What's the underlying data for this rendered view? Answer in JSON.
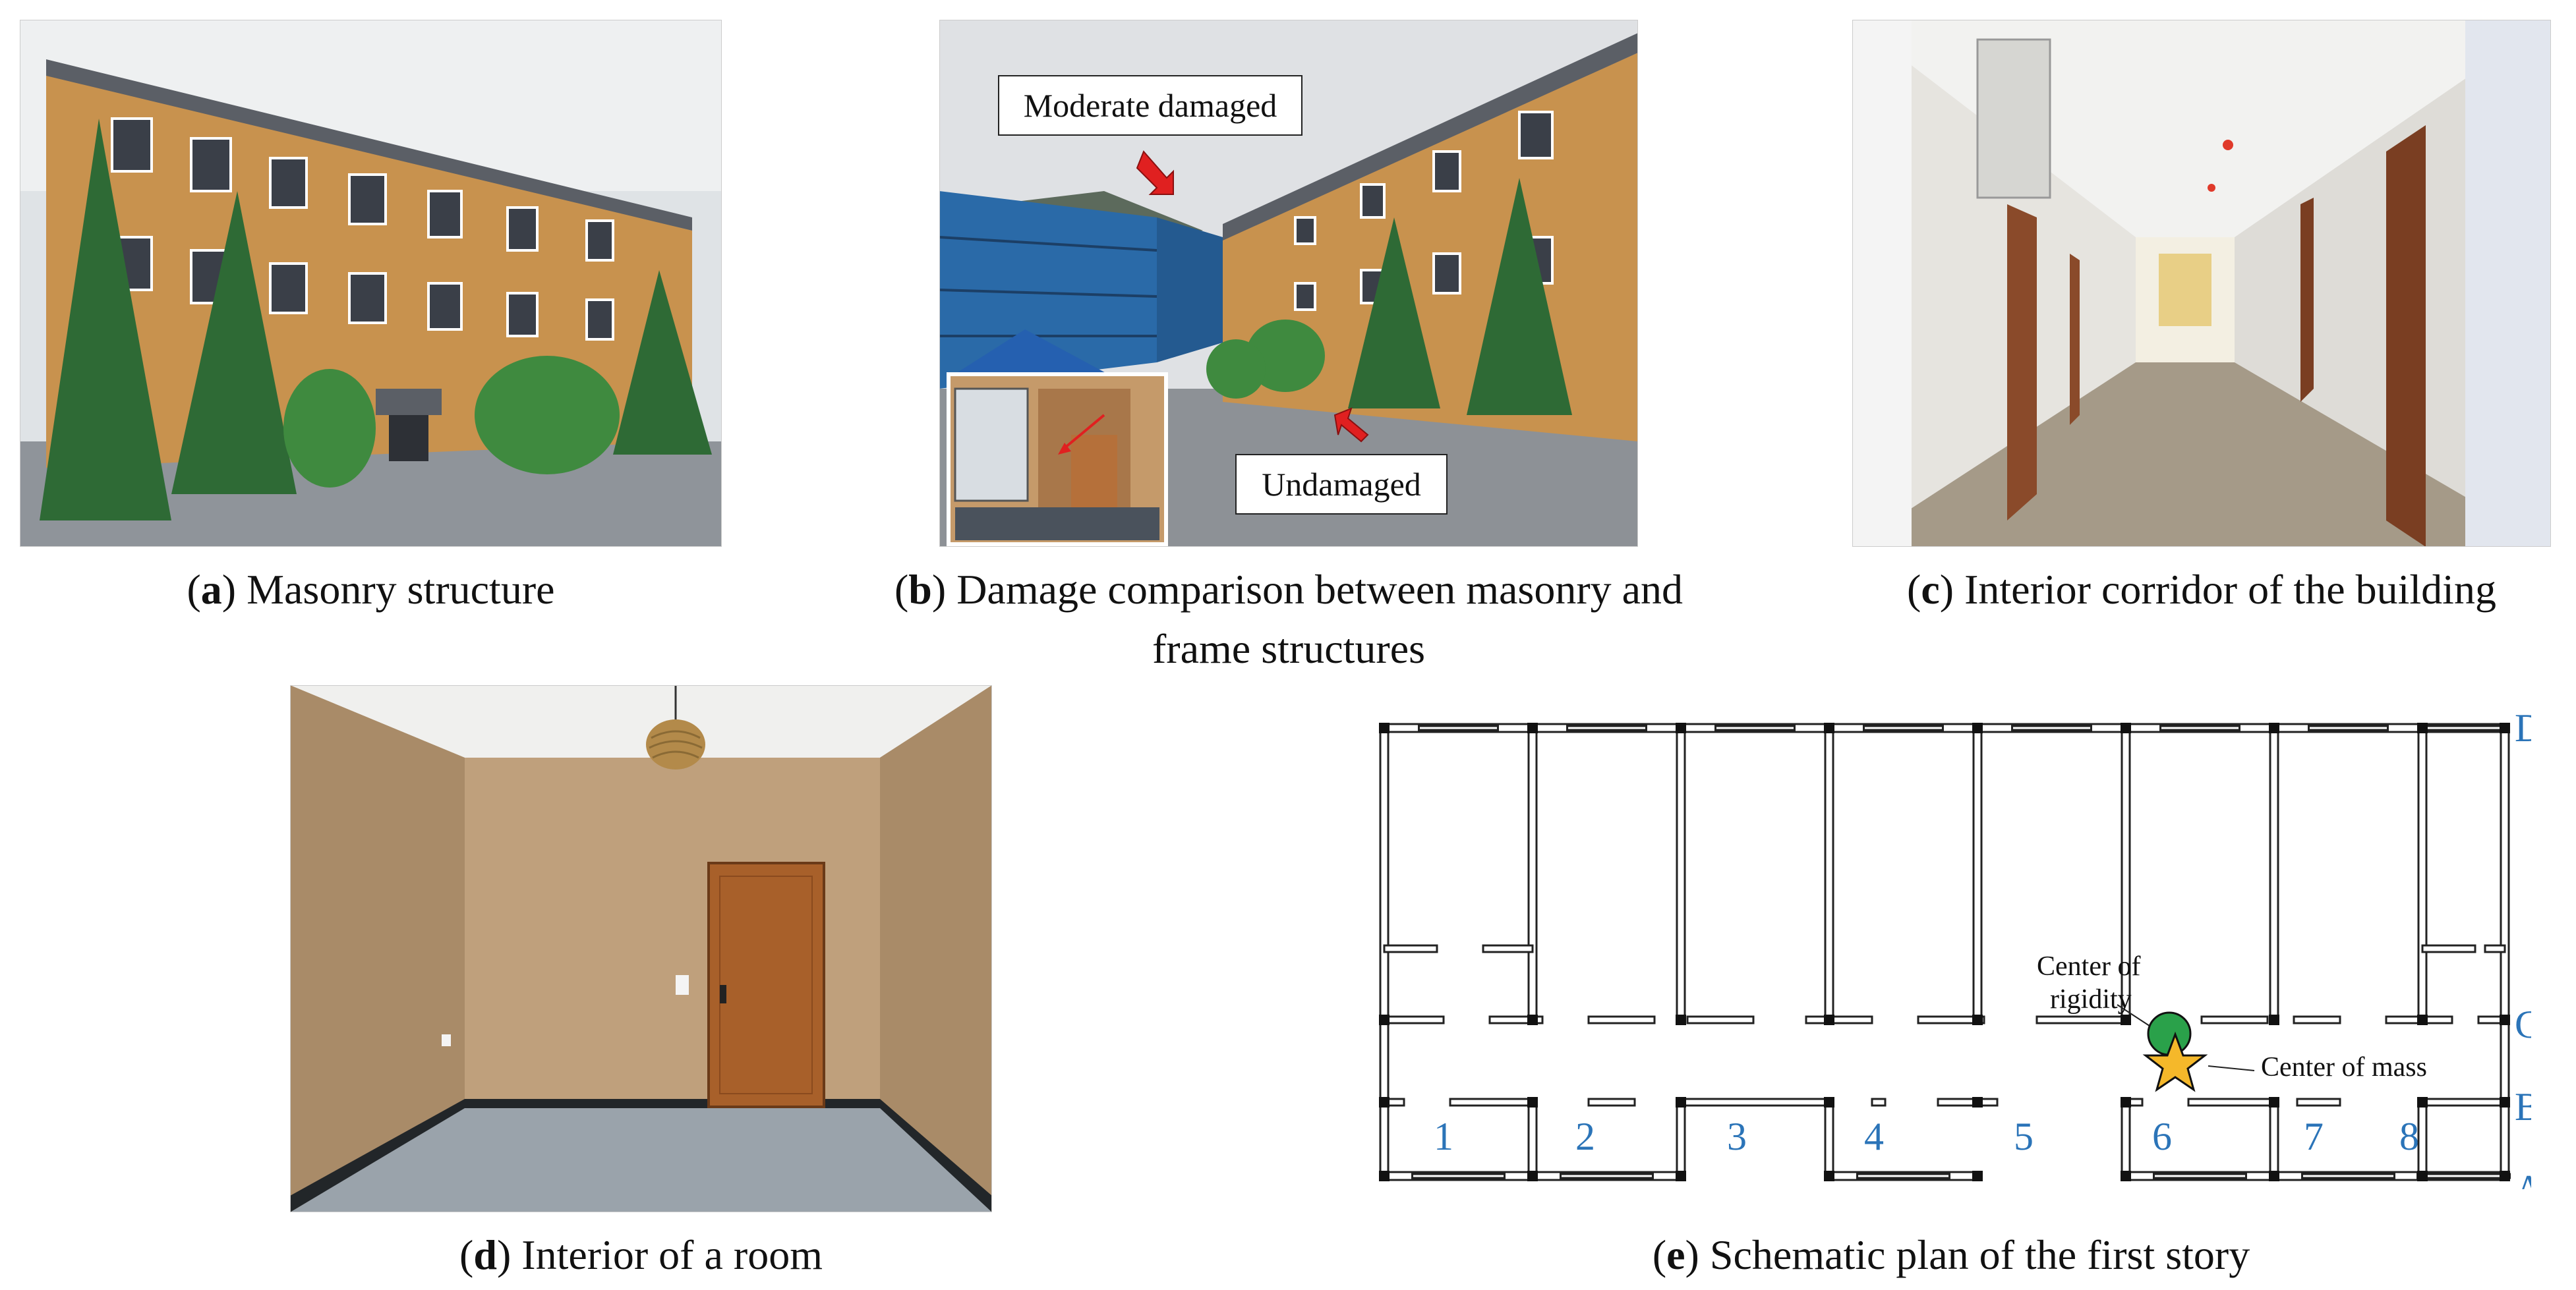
{
  "panels": {
    "a": {
      "letter": "a",
      "caption": "Masonry structure"
    },
    "b": {
      "letter": "b",
      "caption_line1": "Damage comparison between masonry and",
      "caption_line2": "frame structures",
      "label_moderate": "Moderate damaged",
      "label_undamaged": "Undamaged"
    },
    "c": {
      "letter": "c",
      "caption": "Interior corridor of the building"
    },
    "d": {
      "letter": "d",
      "caption": "Interior of a room"
    },
    "e": {
      "letter": "e",
      "caption": "Schematic plan of the first story",
      "rigidity_line1": "Center of",
      "rigidity_line2": "rigidity",
      "mass_label": "Center of mass",
      "row_labels": [
        "D",
        "C",
        "B",
        "A"
      ],
      "column_labels": [
        "1",
        "2",
        "3",
        "4",
        "5",
        "6",
        "7",
        "8"
      ]
    }
  },
  "colors": {
    "facade": "#c8924e",
    "tree": "#2e6a35",
    "sky": "#e6e8ea",
    "frame_blue": "#2a6aa8",
    "plan_label": "#2b74b8",
    "rigidity": "#2aa14a",
    "mass": "#f5b82a",
    "arrow": "#e02020"
  }
}
